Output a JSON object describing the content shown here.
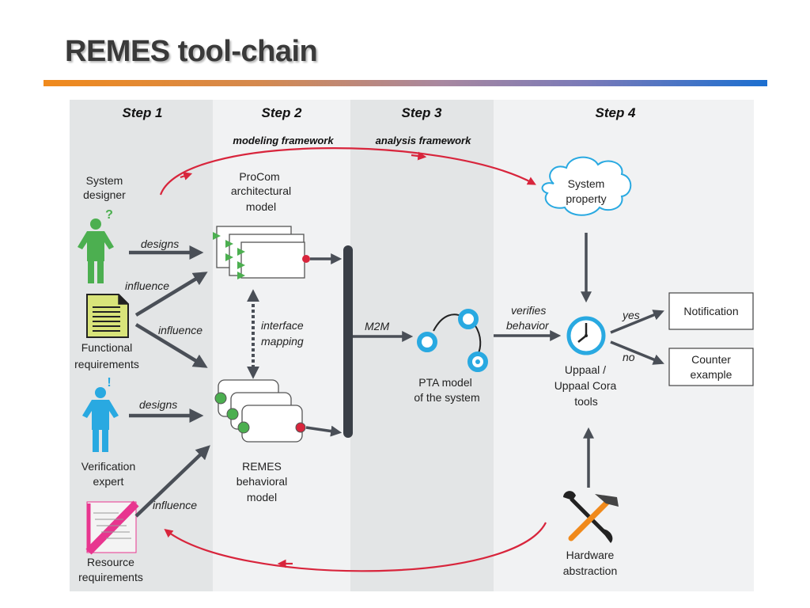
{
  "title": "REMES tool-chain",
  "steps": [
    {
      "label": "Step 1"
    },
    {
      "label": "Step 2",
      "framework": "modeling framework"
    },
    {
      "label": "Step 3",
      "framework": "analysis framework"
    },
    {
      "label": "Step 4"
    }
  ],
  "actors": {
    "system_designer": {
      "line1": "System",
      "line2": "designer",
      "mark": "?"
    },
    "functional_requirements": {
      "line1": "Functional",
      "line2": "requirements"
    },
    "verification_expert": {
      "line1": "Verification",
      "line2": "expert",
      "mark": "!"
    },
    "resource_requirements": {
      "line1": "Resource",
      "line2": "requirements"
    }
  },
  "edges": {
    "designs_1": "designs",
    "influence_1": "influence",
    "influence_2": "influence",
    "designs_2": "designs",
    "influence_3": "influence",
    "interface_mapping_1": "interface",
    "interface_mapping_2": "mapping",
    "m2m": "M2M",
    "verifies_1": "verifies",
    "verifies_2": "behavior",
    "yes": "yes",
    "no": "no"
  },
  "models": {
    "procom": {
      "line1": "ProCom",
      "line2": "architectural",
      "line3": "model"
    },
    "remes": {
      "line1": "REMES",
      "line2": "behavioral",
      "line3": "model"
    },
    "pta": {
      "line1": "PTA model",
      "line2": "of the system"
    }
  },
  "step4": {
    "system_property": {
      "line1": "System",
      "line2": "property"
    },
    "uppaal": {
      "line1": "Uppaal /",
      "line2": "Uppaal Cora",
      "line3": "tools"
    },
    "notification": "Notification",
    "counter_example": {
      "line1": "Counter",
      "line2": "example"
    },
    "hardware": {
      "line1": "Hardware",
      "line2": "abstraction"
    }
  },
  "colors": {
    "band_dark": "#e3e5e6",
    "band_light": "#f1f2f3",
    "arrow": "#4a4f57",
    "red": "#d8253c",
    "green": "#4caf50",
    "blue": "#29a9e1",
    "yellow": "#d9e47a",
    "pink": "#e8358f"
  }
}
